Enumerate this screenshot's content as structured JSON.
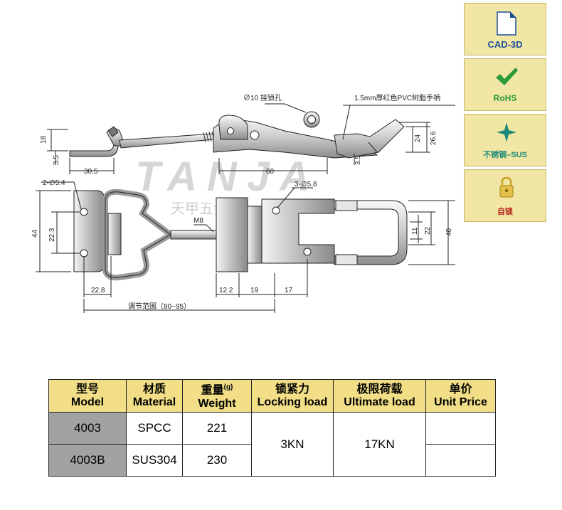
{
  "drawing": {
    "top_view": {
      "dims": [
        "18",
        "3.5",
        "30.5",
        "60",
        "3.5",
        "24",
        "26.6"
      ],
      "notes": [
        "∅10 挂锁孔",
        "1.5mm厚红色PVC树脂手柄"
      ]
    },
    "plan_view": {
      "notes": [
        "2-∅5.4",
        "3-∅5.8",
        "M8",
        "调节范围（80~95）"
      ],
      "dims": [
        "44",
        "22.3",
        "22.8",
        "12.2",
        "19",
        "17",
        "11",
        "22",
        "40"
      ]
    },
    "watermark": {
      "brand": "TANJA",
      "cn": "天甲五金"
    }
  },
  "sidebar": [
    {
      "label": "CAD-3D",
      "icon": "cad-file-icon"
    },
    {
      "label": "RoHS",
      "icon": "checkmark-icon"
    },
    {
      "label": "不锈钢–SUS",
      "icon": "star-icon"
    },
    {
      "label": "自锁",
      "icon": "padlock-icon"
    }
  ],
  "table": {
    "headers": [
      {
        "cn": "型号",
        "en": "Model"
      },
      {
        "cn": "材质",
        "en": "Material"
      },
      {
        "cn": "重量",
        "unit": "(g)",
        "en": "Weight"
      },
      {
        "cn": "锁紧力",
        "en": "Locking load"
      },
      {
        "cn": "极限荷载",
        "en": "Ultimate load"
      },
      {
        "cn": "单价",
        "en": "Unit Price"
      }
    ],
    "rows": [
      {
        "model": "4003",
        "material": "SPCC",
        "weight": "221",
        "price": ""
      },
      {
        "model": "4003B",
        "material": "SUS304",
        "weight": "230",
        "price": ""
      }
    ],
    "locking_load": "3KN",
    "ultimate_load": "17KN"
  },
  "colors": {
    "badge_bg": "#f2e6a4",
    "header_bg": "#f1de86",
    "model_bg": "#a2a2a2",
    "cad_blue": "#1b4f9c",
    "rohs_green": "#2a9a3a",
    "sus_teal": "#1c8a7a",
    "lock_red": "#b3261e"
  }
}
